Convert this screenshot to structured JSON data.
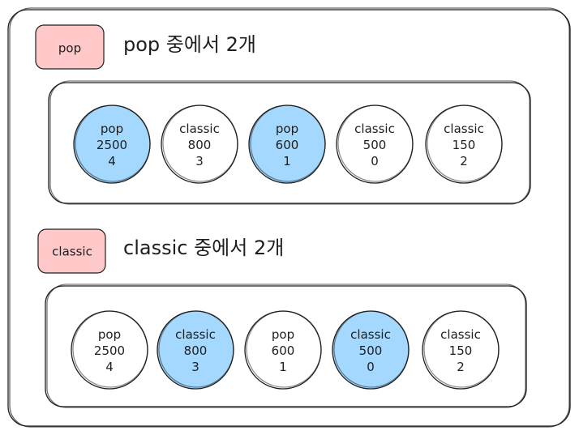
{
  "colors": {
    "highlight": "#a5d8ff",
    "tag": "#ffc9c9",
    "stroke": "#1e1e1e",
    "node": "#ffffff"
  },
  "sections": [
    {
      "tag": "pop",
      "heading": "pop 중에서 2개",
      "nodes": [
        {
          "genre": "pop",
          "plays": "2500",
          "id": "4",
          "selected": true
        },
        {
          "genre": "classic",
          "plays": "800",
          "id": "3",
          "selected": false
        },
        {
          "genre": "pop",
          "plays": "600",
          "id": "1",
          "selected": true
        },
        {
          "genre": "classic",
          "plays": "500",
          "id": "0",
          "selected": false
        },
        {
          "genre": "classic",
          "plays": "150",
          "id": "2",
          "selected": false
        }
      ]
    },
    {
      "tag": "classic",
      "heading": "classic 중에서 2개",
      "nodes": [
        {
          "genre": "pop",
          "plays": "2500",
          "id": "4",
          "selected": false
        },
        {
          "genre": "classic",
          "plays": "800",
          "id": "3",
          "selected": true
        },
        {
          "genre": "pop",
          "plays": "600",
          "id": "1",
          "selected": false
        },
        {
          "genre": "classic",
          "plays": "500",
          "id": "0",
          "selected": true
        },
        {
          "genre": "classic",
          "plays": "150",
          "id": "2",
          "selected": false
        }
      ]
    }
  ]
}
